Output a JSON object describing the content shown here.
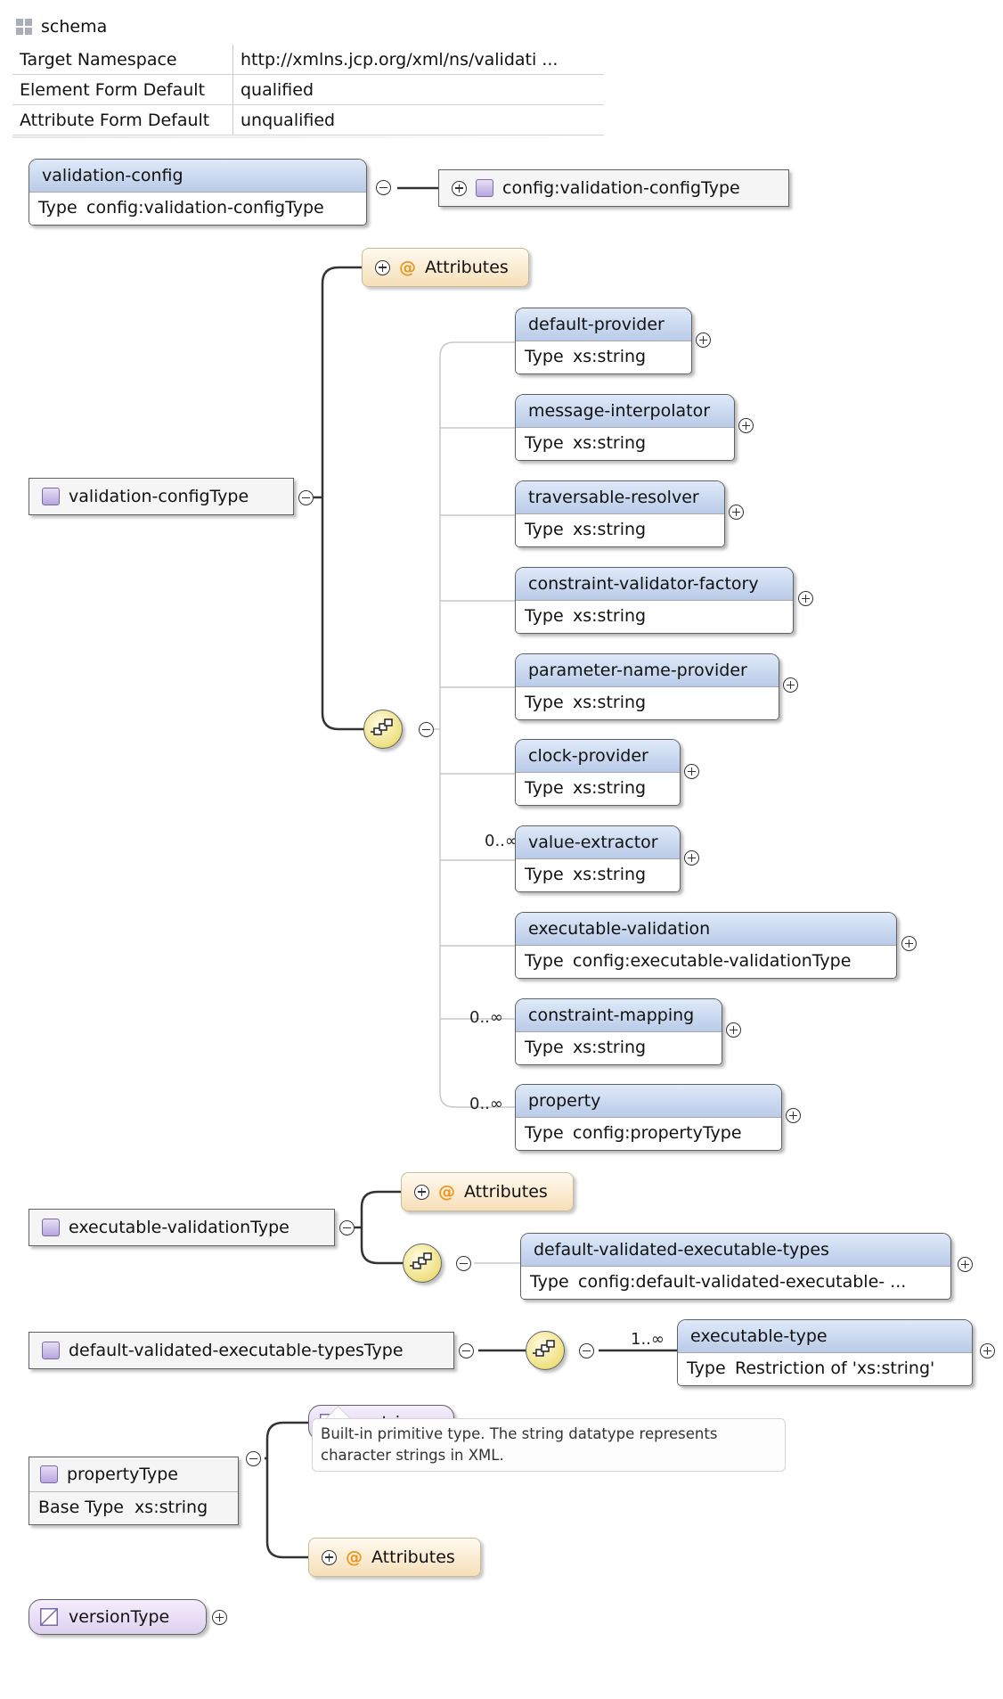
{
  "schema": {
    "title": "schema",
    "properties": [
      {
        "key": "Target Namespace",
        "value": "http://xmlns.jcp.org/xml/ns/validati ..."
      },
      {
        "key": "Element Form Default",
        "value": "qualified"
      },
      {
        "key": "Attribute Form Default",
        "value": "unqualified"
      }
    ]
  },
  "labels": {
    "type": "Type",
    "base_type": "Base Type",
    "attributes": "Attributes",
    "occurs_many": "0..∞",
    "occurs_one_many": "1..∞"
  },
  "root_element": {
    "name": "validation-config",
    "type": "config:validation-configType"
  },
  "root_type_ref": "config:validation-configType",
  "validation_config_type": {
    "name": "validation-configType",
    "children": [
      {
        "name": "default-provider",
        "type": "xs:string",
        "occurs": ""
      },
      {
        "name": "message-interpolator",
        "type": "xs:string",
        "occurs": ""
      },
      {
        "name": "traversable-resolver",
        "type": "xs:string",
        "occurs": ""
      },
      {
        "name": "constraint-validator-factory",
        "type": "xs:string",
        "occurs": ""
      },
      {
        "name": "parameter-name-provider",
        "type": "xs:string",
        "occurs": ""
      },
      {
        "name": "clock-provider",
        "type": "xs:string",
        "occurs": ""
      },
      {
        "name": "value-extractor",
        "type": "xs:string",
        "occurs": "0..∞"
      },
      {
        "name": "executable-validation",
        "type": "config:executable-validationType",
        "occurs": ""
      },
      {
        "name": "constraint-mapping",
        "type": "xs:string",
        "occurs": "0..∞"
      },
      {
        "name": "property",
        "type": "config:propertyType",
        "occurs": "0..∞"
      }
    ]
  },
  "executable_validation_type": {
    "name": "executable-validationType",
    "child": {
      "name": "default-validated-executable-types",
      "type": "config:default-validated-executable- ..."
    }
  },
  "default_validated_type": {
    "name": "default-validated-executable-typesType",
    "child": {
      "name": "executable-type",
      "type": "Restriction of 'xs:string'",
      "occurs": "1..∞"
    }
  },
  "property_type": {
    "name": "propertyType",
    "base_type": "xs:string",
    "simple_base": "xs:string",
    "documentation": "Built-in primitive type. The string datatype represents character strings in XML."
  },
  "version_type": {
    "name": "versionType"
  },
  "colors": {
    "element_header": "#c8d8f0",
    "attributes_fill": "#f8e6c4",
    "attributes_at": "#e99623",
    "type_square": "#c8b9e8",
    "simple_type": "#e6dbf5",
    "compositor": "#efe080",
    "connector": "#333333",
    "connector_light": "#c8c8c8"
  },
  "icons": {
    "schema": "grid-icon",
    "complex_type": "complex-type-icon",
    "simple_type": "simple-type-icon",
    "sequence": "sequence-compositor-icon",
    "expand": "plus-circle-icon",
    "collapse": "minus-circle-icon"
  }
}
